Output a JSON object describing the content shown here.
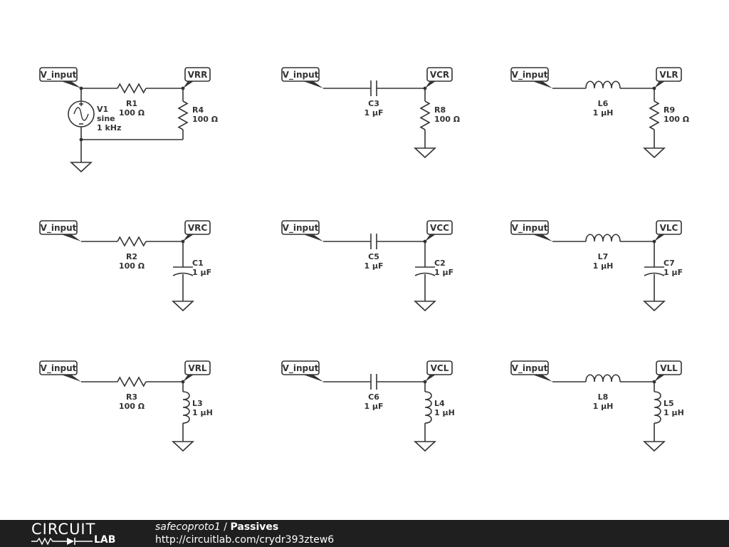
{
  "circuits": [
    {
      "net_label": "V_input",
      "probe": "VRR",
      "series": {
        "kind": "resistor",
        "ref": "R1",
        "value": "100 Ω"
      },
      "shunt": {
        "kind": "resistor",
        "ref": "R4",
        "value": "100 Ω"
      },
      "source": {
        "ref": "V1",
        "type": "sine",
        "freq": "1 kHz"
      }
    },
    {
      "net_label": "V_input",
      "probe": "VCR",
      "series": {
        "kind": "capacitor",
        "ref": "C3",
        "value": "1 µF"
      },
      "shunt": {
        "kind": "resistor",
        "ref": "R8",
        "value": "100 Ω"
      }
    },
    {
      "net_label": "V_input",
      "probe": "VLR",
      "series": {
        "kind": "inductor",
        "ref": "L6",
        "value": "1 µH"
      },
      "shunt": {
        "kind": "resistor",
        "ref": "R9",
        "value": "100 Ω"
      }
    },
    {
      "net_label": "V_input",
      "probe": "VRC",
      "series": {
        "kind": "resistor",
        "ref": "R2",
        "value": "100 Ω"
      },
      "shunt": {
        "kind": "capacitor",
        "ref": "C1",
        "value": "1 µF"
      }
    },
    {
      "net_label": "V_input",
      "probe": "VCC",
      "series": {
        "kind": "capacitor",
        "ref": "C5",
        "value": "1 µF"
      },
      "shunt": {
        "kind": "capacitor",
        "ref": "C2",
        "value": "1 µF"
      }
    },
    {
      "net_label": "V_input",
      "probe": "VLC",
      "series": {
        "kind": "inductor",
        "ref": "L7",
        "value": "1 µH"
      },
      "shunt": {
        "kind": "capacitor",
        "ref": "C7",
        "value": "1 µF"
      }
    },
    {
      "net_label": "V_input",
      "probe": "VRL",
      "series": {
        "kind": "resistor",
        "ref": "R3",
        "value": "100 Ω"
      },
      "shunt": {
        "kind": "inductor",
        "ref": "L3",
        "value": "1 µH"
      }
    },
    {
      "net_label": "V_input",
      "probe": "VCL",
      "series": {
        "kind": "capacitor",
        "ref": "C6",
        "value": "1 µF"
      },
      "shunt": {
        "kind": "inductor",
        "ref": "L4",
        "value": "1 µH"
      }
    },
    {
      "net_label": "V_input",
      "probe": "VLL",
      "series": {
        "kind": "inductor",
        "ref": "L8",
        "value": "1 µH"
      },
      "shunt": {
        "kind": "inductor",
        "ref": "L5",
        "value": "1 µH"
      }
    }
  ],
  "footer": {
    "brand_top": "CIRCUIT",
    "brand_bottom": "LAB",
    "user": "safecoproto1",
    "separator": " / ",
    "title": "Passives",
    "url": "http://circuitlab.com/crydr393ztew6"
  },
  "colors": {
    "wire": "#333333",
    "footer_bg": "#1f1f1f",
    "footer_text": "#ffffff"
  }
}
